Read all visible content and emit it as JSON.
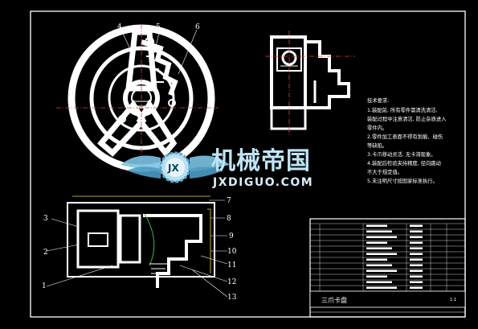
{
  "callouts": {
    "c1": "1",
    "c2": "2",
    "c3": "3",
    "c4": "4",
    "c5": "5",
    "c6": "6",
    "c7": "7",
    "c8": "8",
    "c9": "9",
    "c10": "10",
    "c11": "11",
    "c12": "12",
    "c13": "13"
  },
  "notes": {
    "heading": "技术要求:",
    "lines": [
      "1.装配前, 所有零件需清洗清洁,",
      "装配过程中注意清洁, 防止杂质进入",
      "零件内。",
      "2.零件加工表面不得有划痕、碰伤",
      "等缺陷。",
      "3.卡爪移动灵活, 无卡滞现象。",
      "4.装配后检验夹持精度, 径向跳动",
      "不大于规定值。",
      "5.未注明尺寸按国家标准执行。"
    ]
  },
  "title_block": {
    "part_name": "三爪卡盘",
    "sheet_no": "1:1"
  },
  "watermark": {
    "cn": "机械帝国",
    "en": "JXDIGUO.COM",
    "badge": "JX"
  },
  "colors": {
    "background": "#000000",
    "lines": "#ffffff",
    "dim_red": "#e0443a",
    "dim_yellow": "#e8d84a",
    "dim_green": "#39b54a"
  }
}
